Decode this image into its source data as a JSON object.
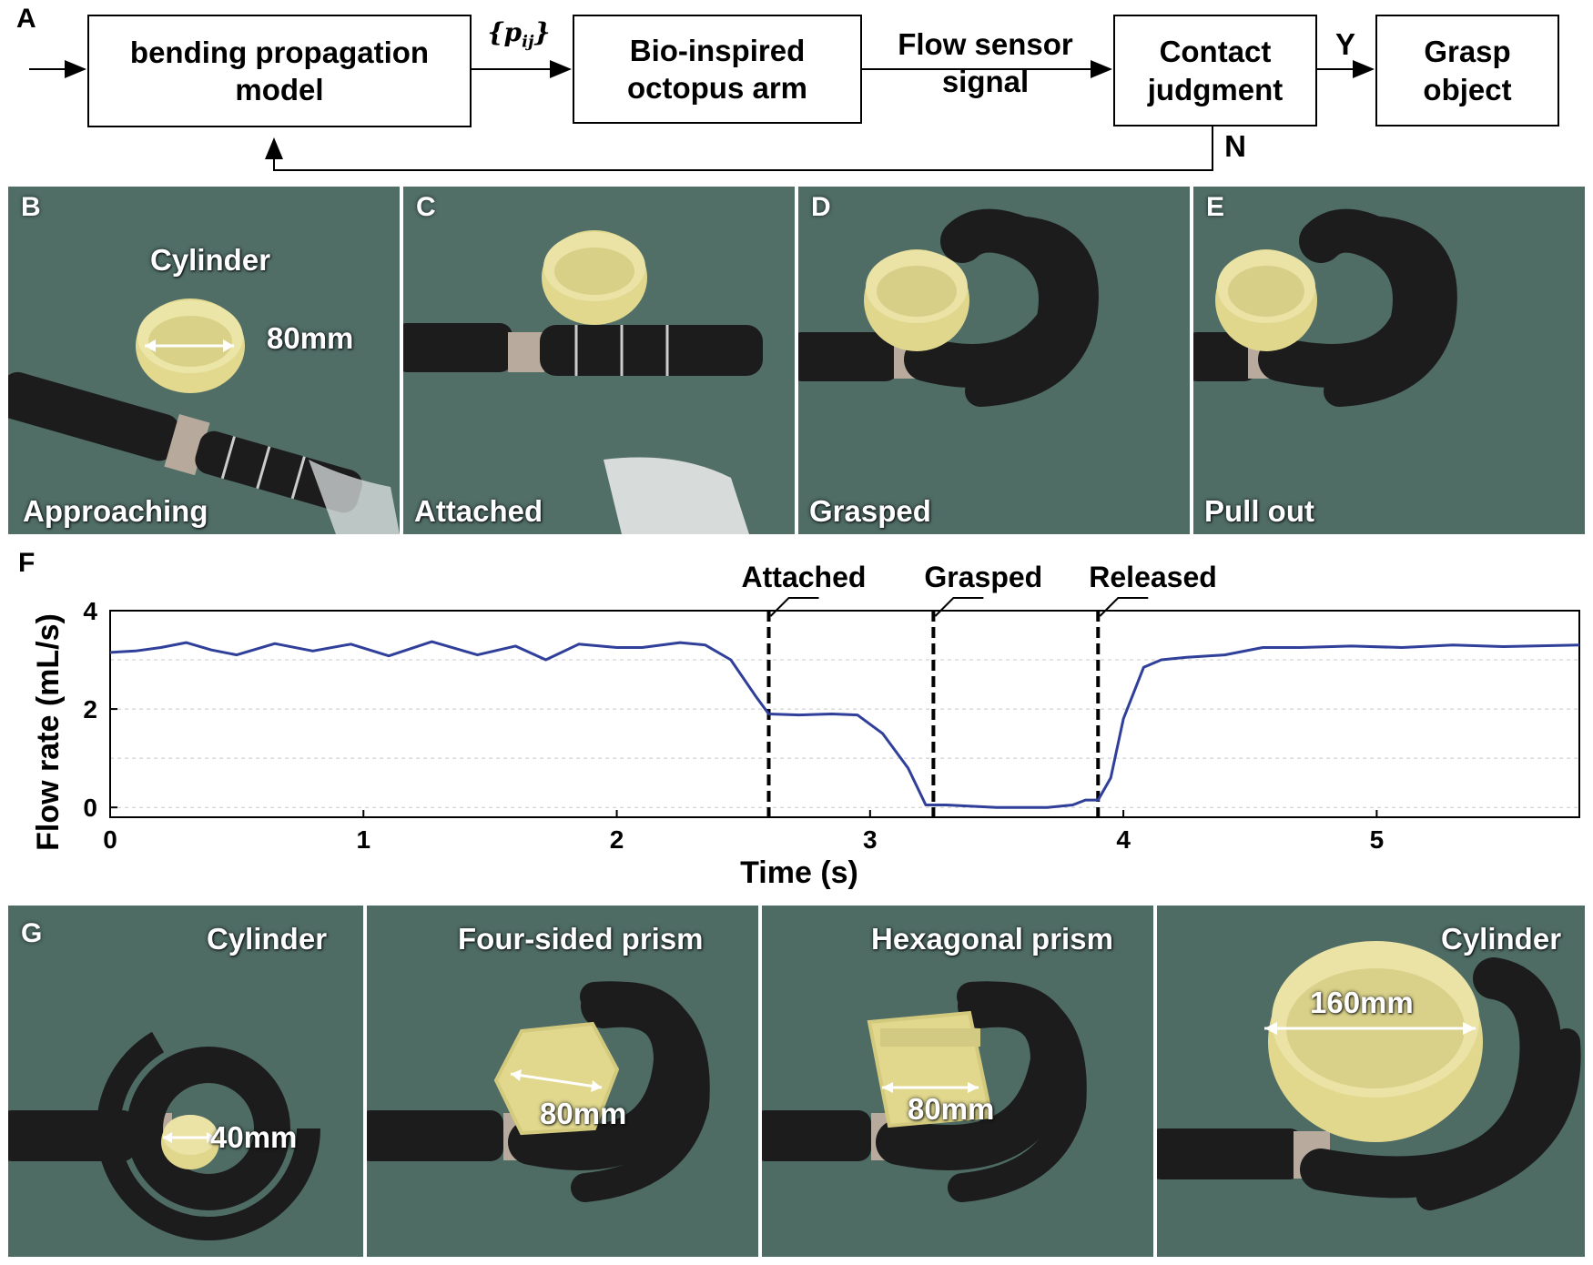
{
  "panel_a": {
    "letter": "A",
    "box_bending": "bending propagation\nmodel",
    "box_arm": "Bio-inspired\noctopus arm",
    "box_contact": "Contact\njudgment",
    "box_grasp": "Grasp\nobject",
    "label_pij": "{p",
    "label_pij_sub": "ij",
    "label_pij_close": "}",
    "label_flow": "Flow sensor\nsignal",
    "label_yes": "Y",
    "label_no": "N"
  },
  "panels_top": [
    {
      "letter": "B",
      "caption": "Approaching",
      "object": "Cylinder",
      "dimension": "80mm"
    },
    {
      "letter": "C",
      "caption": "Attached"
    },
    {
      "letter": "D",
      "caption": "Grasped"
    },
    {
      "letter": "E",
      "caption": "Pull out"
    }
  ],
  "panel_f": {
    "letter": "F"
  },
  "chart_data": {
    "type": "line",
    "xlabel": "Time (s)",
    "ylabel": "Flow rate (mL/s)",
    "xlim": [
      0,
      5.8
    ],
    "ylim": [
      -0.2,
      4.0
    ],
    "xticks": [
      0,
      1,
      2,
      3,
      4,
      5
    ],
    "yticks": [
      0,
      2,
      4
    ],
    "grid": "horizontal dashed",
    "line_color": "#2f3f9a",
    "series": [
      {
        "x": [
          0,
          0.1,
          0.2,
          0.3,
          0.4,
          0.5,
          0.65,
          0.8,
          0.95,
          1.1,
          1.27,
          1.45,
          1.6,
          1.72,
          1.85,
          2.0,
          2.1,
          2.25,
          2.35,
          2.45,
          2.55,
          2.6,
          2.72,
          2.85,
          2.95,
          3.05,
          3.15,
          3.22,
          3.3,
          3.5,
          3.7,
          3.8,
          3.85,
          3.9,
          3.95,
          4.0,
          4.08,
          4.15,
          4.25,
          4.4,
          4.55,
          4.7,
          4.9,
          5.1,
          5.3,
          5.5,
          5.8
        ],
        "y": [
          3.15,
          3.18,
          3.25,
          3.35,
          3.2,
          3.1,
          3.33,
          3.18,
          3.32,
          3.08,
          3.37,
          3.1,
          3.28,
          3.0,
          3.32,
          3.25,
          3.25,
          3.35,
          3.3,
          3.0,
          2.25,
          1.9,
          1.88,
          1.9,
          1.88,
          1.5,
          0.8,
          0.05,
          0.05,
          0.0,
          0.0,
          0.05,
          0.15,
          0.15,
          0.6,
          1.8,
          2.85,
          3.0,
          3.05,
          3.1,
          3.25,
          3.25,
          3.28,
          3.25,
          3.3,
          3.27,
          3.3
        ]
      }
    ],
    "events": [
      {
        "label": "Attached",
        "x": 2.6
      },
      {
        "label": "Grasped",
        "x": 3.25
      },
      {
        "label": "Released",
        "x": 3.9
      }
    ]
  },
  "panels_bottom": [
    {
      "letter": "G",
      "object": "Cylinder",
      "dimension": "40mm"
    },
    {
      "object": "Four-sided prism",
      "dimension": "80mm"
    },
    {
      "object": "Hexagonal prism",
      "dimension": "80mm"
    },
    {
      "object": "Cylinder",
      "dimension": "160mm"
    }
  ]
}
